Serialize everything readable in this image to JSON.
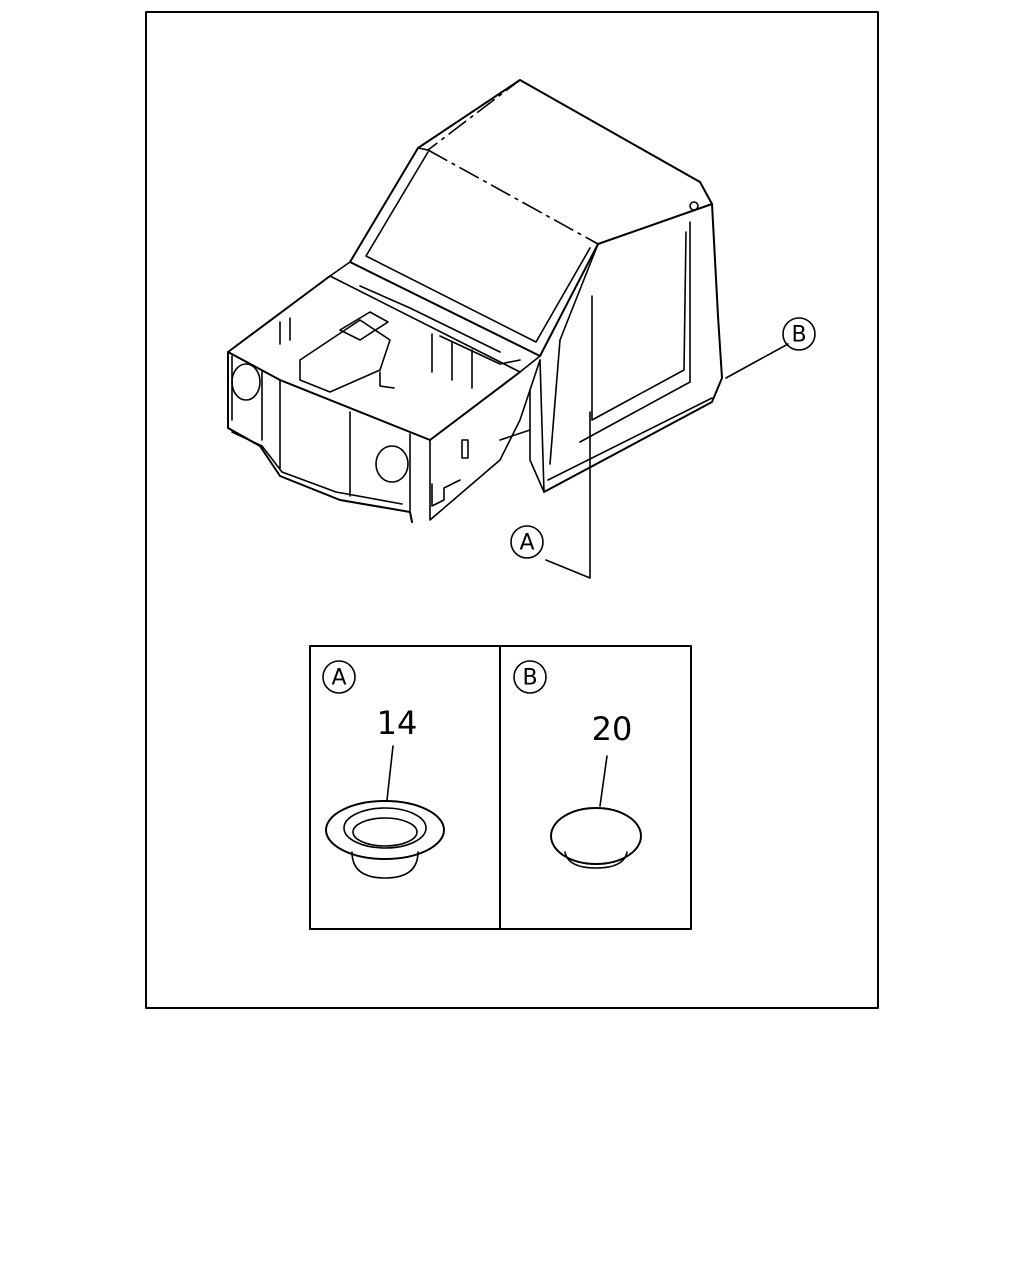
{
  "callouts": {
    "a_main": "A",
    "b_main": "B",
    "a_panel": "A",
    "b_panel": "B"
  },
  "parts": {
    "a_number": "14",
    "b_number": "20"
  },
  "icons": {
    "cab": "truck-cab-body-outline",
    "grommet": "grommet-icon",
    "plug": "plug-icon"
  }
}
